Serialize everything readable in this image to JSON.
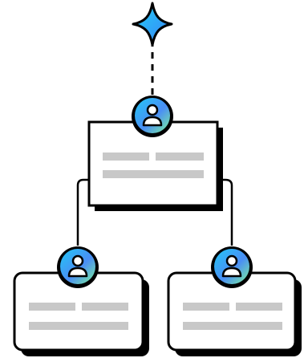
{
  "diagram": {
    "type": "org-chart",
    "colors": {
      "outline": "#000000",
      "card_fill": "#ffffff",
      "card_shadow": "#000000",
      "placeholder_text": "#c8c8c8",
      "gradient_cyan": "#22d0f5",
      "gradient_blue": "#3b82f6",
      "gradient_green": "#7ef29a"
    },
    "icons": {
      "top": "sparkle-icon",
      "avatar": "user-icon"
    },
    "nodes": [
      {
        "id": "root",
        "role": "parent",
        "text_lines": 2
      },
      {
        "id": "child-left",
        "role": "child",
        "text_lines": 2
      },
      {
        "id": "child-right",
        "role": "child",
        "text_lines": 2
      }
    ],
    "edges": [
      {
        "from": "sparkle",
        "to": "root",
        "style": "dashed"
      },
      {
        "from": "root",
        "to": "child-left",
        "style": "solid"
      },
      {
        "from": "root",
        "to": "child-right",
        "style": "solid"
      }
    ]
  }
}
